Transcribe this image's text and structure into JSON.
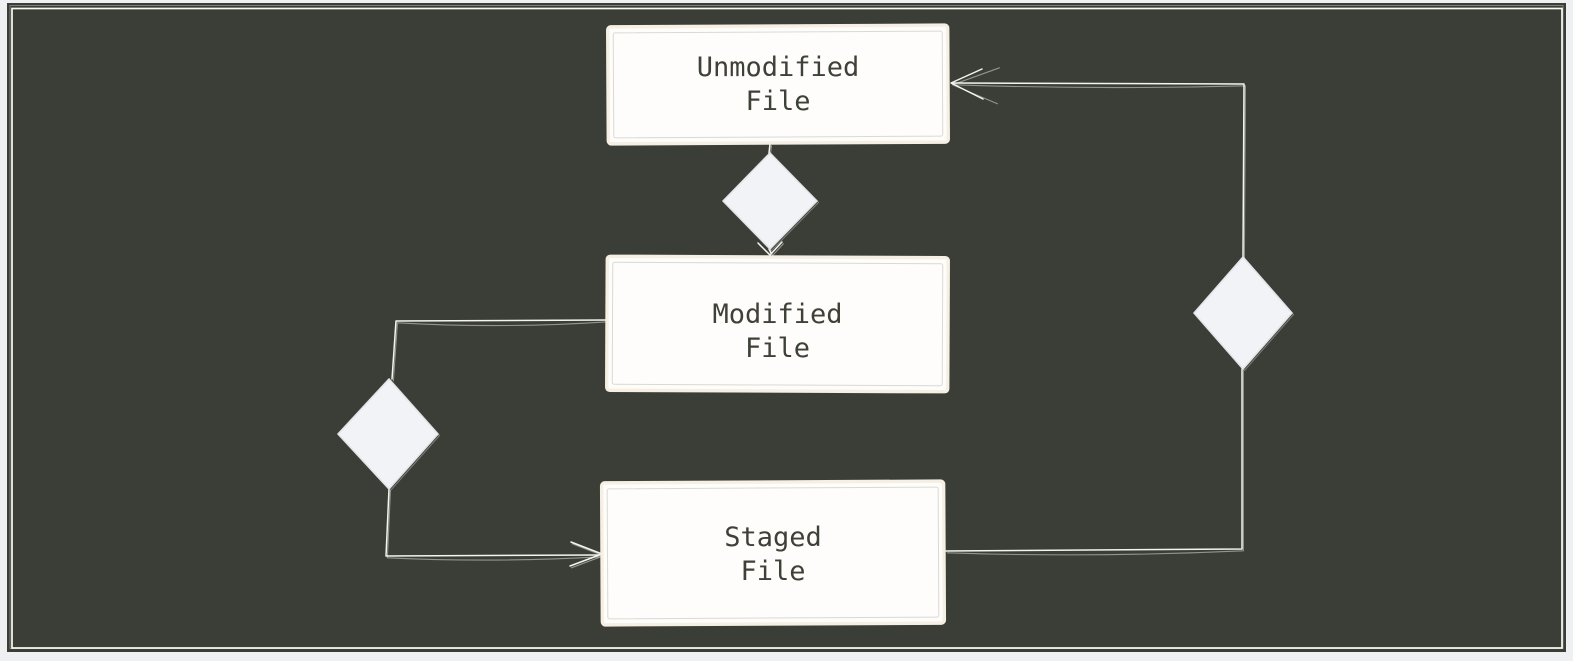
{
  "diagram": {
    "type": "flowchart",
    "style": "hand-drawn",
    "nodes": [
      {
        "id": "unmodified-file",
        "label": "Unmodified\nFile"
      },
      {
        "id": "modified-file",
        "label": "Modified\nFile"
      },
      {
        "id": "staged-file",
        "label": "Staged\nFile"
      }
    ],
    "edges": [
      {
        "from": "unmodified-file",
        "to": "modified-file",
        "mid_marker": "diamond",
        "arrowhead": "into-modified-file"
      },
      {
        "from": "modified-file",
        "to": "staged-file",
        "mid_marker": "diamond",
        "arrowhead": "into-staged-file",
        "route": "left"
      },
      {
        "from": "staged-file",
        "to": "unmodified-file",
        "mid_marker": "diamond",
        "arrowhead": "into-unmodified-file",
        "route": "right"
      }
    ],
    "colors": {
      "page_bg": "#eef0f2",
      "panel_bg": "#3a3e36",
      "node_fill": "#fefdfb",
      "node_border": "#f6efe3",
      "node_inner_line": "#c6c6be",
      "edge_light": "#f5f4ef",
      "edge_dark": "#a3a49c",
      "diamond_fill": "#f1f3f6",
      "diamond_stroke": "#e2e6e9",
      "text": "#3e4137"
    }
  }
}
